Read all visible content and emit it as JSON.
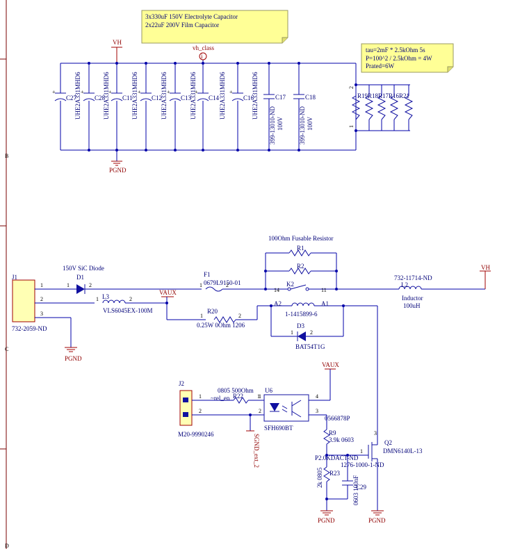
{
  "border": {
    "zone_b": "B",
    "zone_c": "C",
    "zone_d": "D"
  },
  "notes": {
    "caps_line1": "3x330uF 150V Electrolyte Capacitor",
    "caps_line2": "2x22uF 200V Film Capacitor",
    "tau_line1": "tau=2mF * 2.5kOhm  5s",
    "tau_line2": "P=100^2 / 2.5kOhm = 4W",
    "tau_line3": "Prated=6W"
  },
  "nets": {
    "vh_top": "VH",
    "vh_class": "vh_class",
    "vh_right": "VH",
    "vaux_1": "VAUX",
    "vaux_2": "VAUX",
    "sgnd": "SGND_ext_2"
  },
  "power": {
    "pgnd_1": "PGND",
    "pgnd_2": "PGND",
    "pgnd_3": "PGND",
    "pgnd_4": "PGND"
  },
  "probe": {
    "symbol": "i"
  },
  "capacitors": [
    {
      "ref": "C27",
      "part": "UHE2A331MHD6"
    },
    {
      "ref": "C28",
      "part": "UHE2A331MHD6"
    },
    {
      "ref": "C11",
      "part": "UHE2A331MHD6"
    },
    {
      "ref": "C12",
      "part": "UHE2A331MHD6"
    },
    {
      "ref": "C13",
      "part": "UHE2A331MHD6"
    },
    {
      "ref": "C14",
      "part": "UHE2A331MHD6"
    },
    {
      "ref": "C16",
      "part": "UHE2A331MHD6"
    }
  ],
  "film_caps": [
    {
      "ref": "C17",
      "part": "399-13010-ND",
      "volt": "100V"
    },
    {
      "ref": "C18",
      "part": "399-13010-ND",
      "volt": "100V"
    }
  ],
  "bleeders": {
    "label": "R19R18R17R16R21",
    "pin_top": "2",
    "pin_bot": "1"
  },
  "j1": {
    "ref": "J1",
    "part": "732-2059-ND",
    "p1": "1",
    "p2": "2",
    "p3": "3"
  },
  "d1": {
    "title": "150V SiC Diode",
    "ref": "D1",
    "p1": "1",
    "p2": "2"
  },
  "l3": {
    "ref": "L3",
    "part": "VLS6045EX-100M",
    "p1": "1",
    "p2": "2"
  },
  "f1": {
    "ref": "F1",
    "part": "0679L9150-01",
    "p1": "1",
    "p2": "2"
  },
  "fusres": {
    "title": "100Ohm Fusable Resistor",
    "r1": "R1",
    "r2": "R2"
  },
  "k2": {
    "ref": "K2",
    "part": "1-1415899-6",
    "p14": "14",
    "p11": "11",
    "pa2": "A2",
    "pa1": "A1"
  },
  "l2": {
    "ref": "L2",
    "part": "732-11714-ND",
    "desc": "Inductor",
    "val": "100uH"
  },
  "r20": {
    "ref": "R20",
    "val": "0.25W 0Ohm 1206",
    "p1": "1",
    "p2": "2"
  },
  "d3": {
    "ref": "D3",
    "part": "BAT54T1G",
    "p1": "1",
    "p2": "2"
  },
  "j2": {
    "ref": "J2",
    "part": "M20-9990246",
    "p1": "1",
    "p2": "2"
  },
  "r22": {
    "ref": "R22",
    "val": "0805 500Ohm",
    "net": "~rel_en",
    "p1": "1"
  },
  "u6": {
    "ref": "U6",
    "part": "SFH690BT",
    "code": "0566878P",
    "p1": "1",
    "p2": "2",
    "p3": "3",
    "p4": "4"
  },
  "r9": {
    "ref": "R9",
    "val": "3.9k 0603",
    "code": "P2.0KDACT-ND"
  },
  "q2": {
    "ref": "Q2",
    "part": "DMN6140L-13",
    "code": "1276-1000-1-ND",
    "p1": "1",
    "p3": "3"
  },
  "r23": {
    "ref": "R23",
    "val": "2k 0805"
  },
  "c29": {
    "ref": "C29",
    "val": "0603 100nF"
  }
}
